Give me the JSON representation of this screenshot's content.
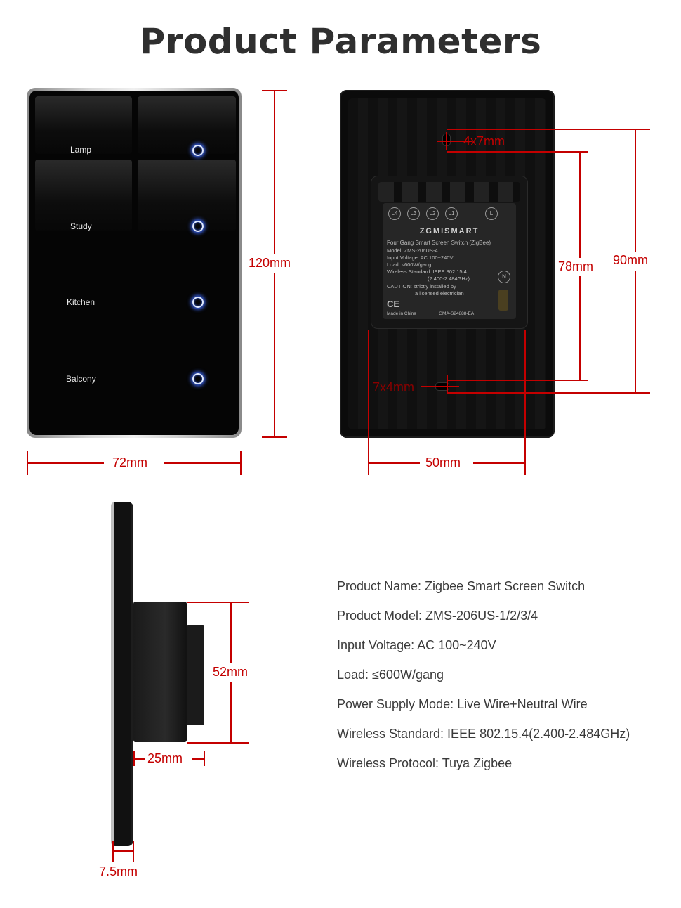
{
  "title": "Product Parameters",
  "front_panel": {
    "keys": [
      {
        "label": "Lamp"
      },
      {
        "label": "Study"
      },
      {
        "label": "Kitchen"
      },
      {
        "label": "Balcony"
      }
    ]
  },
  "back_panel": {
    "terminals": [
      "L4",
      "L3",
      "L2",
      "L1",
      "L"
    ],
    "neutral_terminal": "N",
    "brand": "ZGMISMART",
    "sticker_lines": [
      "Four Gang Smart Screen Switch (ZigBee)",
      "Model: ZMS-206US-4",
      "Input Voltage: AC 100~240V",
      "Load: ≤600W/gang",
      "Wireless Standard: IEEE 802.15.4",
      "(2.400-2.484GHz)",
      "CAUTION: strictly installed by",
      "a licensed electrician",
      "Made in China",
      "GMA-S24888-EA"
    ],
    "cert_marks": "CE"
  },
  "dimensions": {
    "front_height": "120mm",
    "front_width": "72mm",
    "back_hole_top": "4x7mm",
    "back_hole_bottom": "7x4mm",
    "back_module_height": "78mm",
    "back_height": "90mm",
    "back_width": "50mm",
    "side_box_height": "52mm",
    "side_box_depth": "25mm",
    "plate_thickness": "7.5mm"
  },
  "specs": [
    "Product Name: Zigbee Smart Screen Switch",
    "Product Model: ZMS-206US-1/2/3/4",
    "Input Voltage: AC 100~240V",
    "Load: ≤600W/gang",
    "Power Supply Mode: Live Wire+Neutral Wire",
    "Wireless Standard: IEEE 802.15.4(2.400-2.484GHz)",
    "Wireless Protocol: Tuya Zigbee"
  ]
}
